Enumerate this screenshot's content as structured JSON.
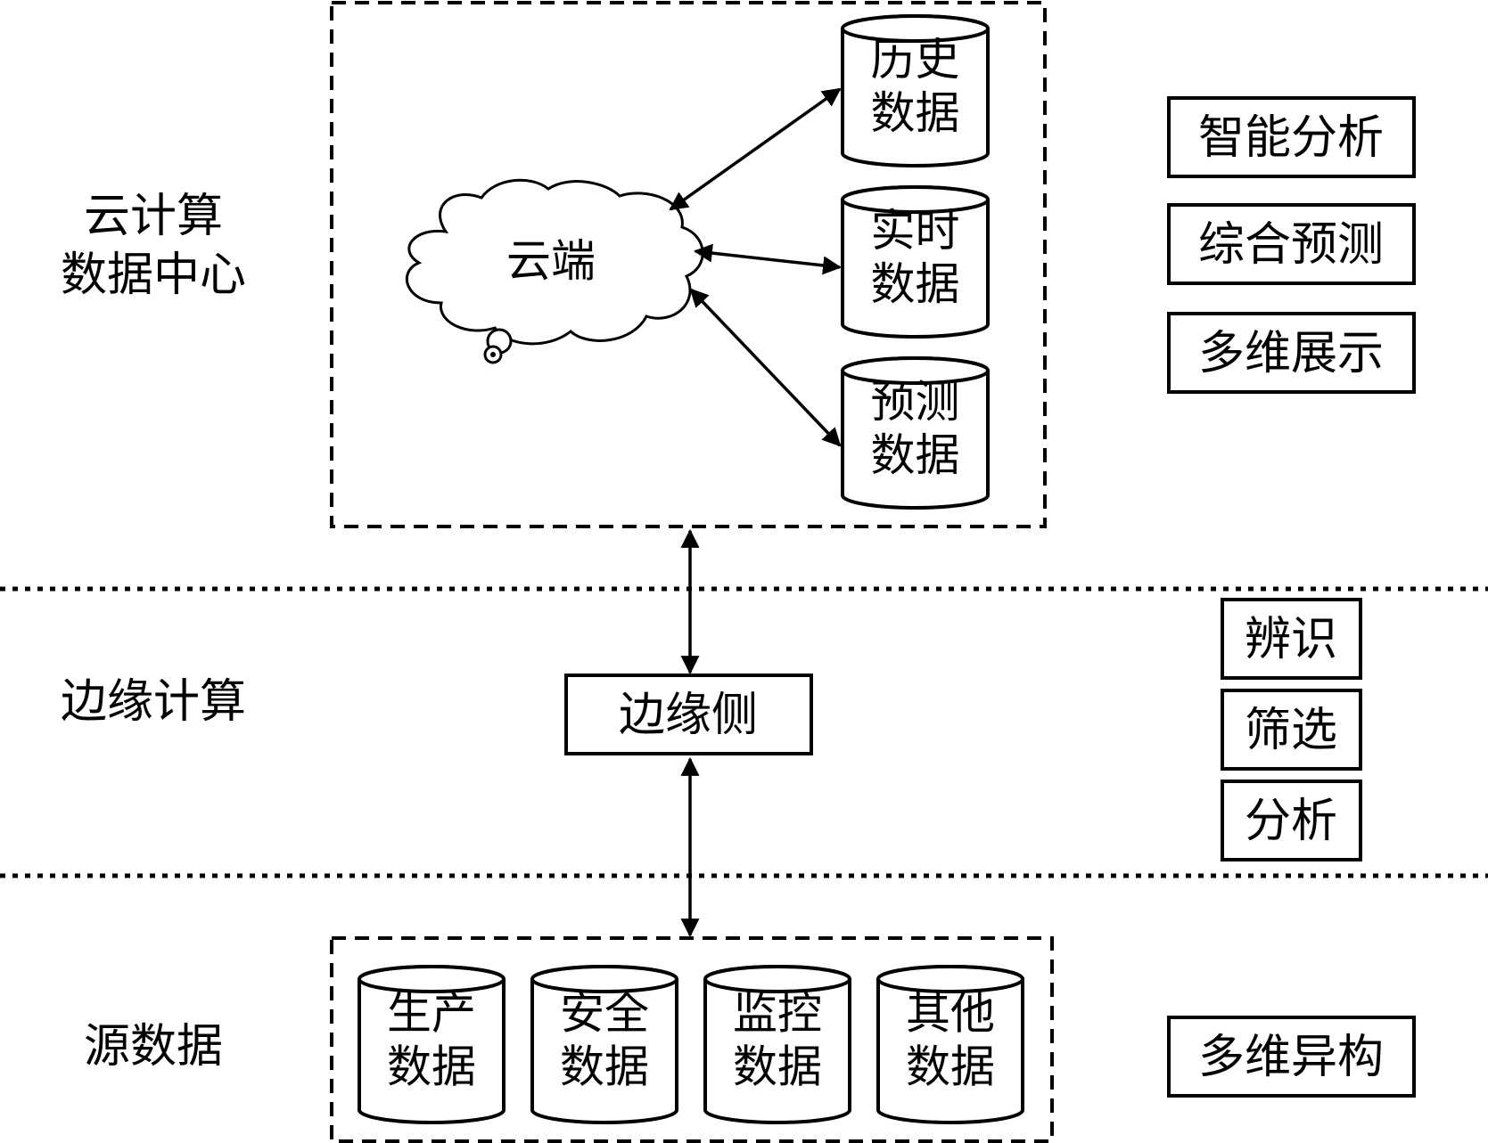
{
  "layers": {
    "cloud": "云计算\n数据中心",
    "edge": "边缘计算",
    "source": "源数据"
  },
  "cloud_center": {
    "cloud_label": "云端",
    "databases": [
      {
        "label": "历史\n数据"
      },
      {
        "label": "实时\n数据"
      },
      {
        "label": "预测\n数据"
      }
    ]
  },
  "edge_node": {
    "label": "边缘侧"
  },
  "source_databases": [
    {
      "label": "生产\n数据"
    },
    {
      "label": "安全\n数据"
    },
    {
      "label": "监控\n数据"
    },
    {
      "label": "其他\n数据"
    }
  ],
  "functions": {
    "cloud": [
      "智能分析",
      "综合预测",
      "多维展示"
    ],
    "edge": [
      "辨识",
      "筛选",
      "分析"
    ],
    "source": [
      "多维异构"
    ]
  }
}
